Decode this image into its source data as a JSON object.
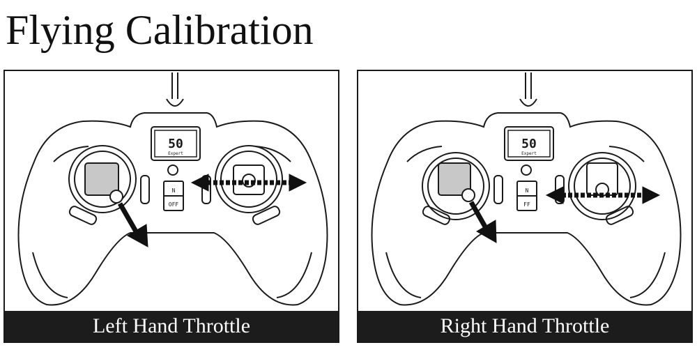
{
  "title": "Flying Calibration",
  "panels": [
    {
      "caption": "Left Hand Throttle",
      "lcd_value": "50",
      "lcd_sub": "Expert",
      "switch_top": "N",
      "switch_bottom": "OFF"
    },
    {
      "caption": "Right Hand Throttle",
      "lcd_value": "50",
      "lcd_sub": "Expert",
      "switch_top": "N",
      "switch_bottom": "FF"
    }
  ],
  "colors": {
    "ink": "#1a1a1a",
    "caption_bg": "#1c1c1c",
    "caption_text": "#ffffff",
    "pad_fill": "#c8c8c8"
  }
}
